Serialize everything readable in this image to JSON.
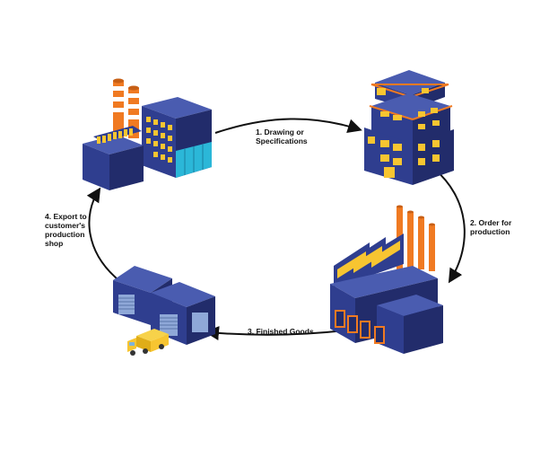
{
  "steps": [
    {
      "label": "1. Drawing or\nSpecifications"
    },
    {
      "label": "2. Order for\nproduction"
    },
    {
      "label": "3. Finished Goods"
    },
    {
      "label": "4. Export to\ncustomer's\nproduction\nshop"
    }
  ],
  "buildings": [
    {
      "icon": "design-office-building-icon"
    },
    {
      "icon": "office-tower-icon"
    },
    {
      "icon": "manufacturing-plant-icon"
    },
    {
      "icon": "warehouse-with-truck-icon"
    }
  ],
  "colors": {
    "building_blue": "#2f3e8f",
    "building_dark": "#222c6b",
    "roof_blue": "#4a5cb0",
    "window_yellow": "#f7c531",
    "chimney_orange": "#f07a22",
    "arrow_black": "#111111"
  }
}
